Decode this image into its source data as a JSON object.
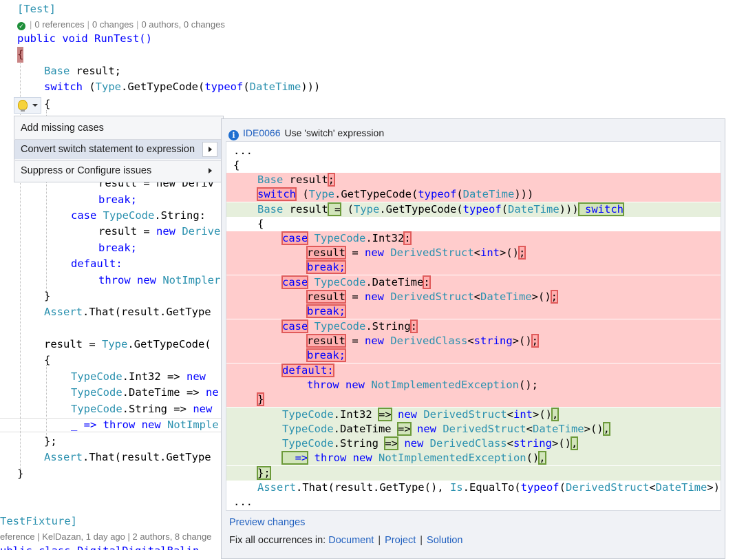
{
  "editor": {
    "attribute": "[Test]",
    "codelens": {
      "refs": "0 references",
      "changes": "0 changes",
      "authors": "0 authors, 0 changes"
    },
    "signature": "public void RunTest()",
    "lines": {
      "l1_kw": "Base",
      "l1_tx": " result;",
      "l2_kw": "switch",
      "l2_a": " (",
      "l2_ty": "Type",
      "l2_b": ".GetTypeCode(",
      "l2_kw2": "typeof",
      "l2_c": "(",
      "l2_ty2": "DateTime",
      "l2_d": ")))",
      "l3": "{",
      "l6_tx": "result = new Deriv",
      "l7": "break;",
      "l8_kw": "case",
      "l8_ty": "TypeCode",
      "l8_tx": ".String:",
      "l9_tx": "result = ",
      "l9_kw": "new",
      "l9_ty": "Derive",
      "l10": "break;",
      "l11": "default:",
      "l12_kw": "throw new",
      "l12_ty": "NotImpler",
      "l13": "}",
      "l14_ty": "Assert",
      "l14_tx": ".That(result.GetType",
      "l15_tx": "result = ",
      "l15_ty": "Type",
      "l15_tx2": ".GetTypeCode(",
      "l16": "{",
      "l17_ty": "TypeCode",
      "l17_tx": ".Int32 => ",
      "l17_kw": "new",
      "l18_ty": "TypeCode",
      "l18_tx": ".DateTime => ",
      "l18_kw": "ne",
      "l19_ty": "TypeCode",
      "l19_tx": ".String => ",
      "l19_kw": "new",
      "l20_tx": "_ => ",
      "l20_kw": "throw new",
      "l20_ty": "NotImple",
      "l21": "};",
      "l22_ty": "Assert",
      "l22_tx": ".That(result.GetType",
      "l23": "}",
      "l24": "TestFixture]",
      "l25_lens": "eference | KelDazan, 1 day ago | 2 authors, 8 change",
      "l26": "ublic class DigitalDigitalBalin",
      "brace_open": "{"
    }
  },
  "menu": {
    "items": [
      "Add missing cases",
      "Convert switch statement to expression",
      "Suppress or Configure issues"
    ]
  },
  "preview": {
    "id": "IDE0066",
    "title": "Use 'switch' expression",
    "ellipsis": "...",
    "open_brace": "{",
    "lines": {
      "r1a": "Base",
      "r1b": " result",
      "r1c": ";",
      "r2a": "switch",
      "r2b": " (",
      "r2c": "Type",
      "r2d": ".GetTypeCode(",
      "r2e": "typeof",
      "r2f": "(",
      "r2g": "DateTime",
      "r2h": ")))",
      "a1a": "Base",
      "a1b": " result",
      "a1c": " =",
      "a1d": " (",
      "a1e": "Type",
      "a1f": ".GetTypeCode(",
      "a1g": "typeof",
      "a1h": "(",
      "a1i": "DateTime",
      "a1j": ")))",
      "a1k": " switch",
      "b1": "{",
      "c1a": "case",
      "c1b": " TypeCode",
      "c1c": ".Int32",
      "c1d": ":",
      "c2a": "result",
      "c2b": " = ",
      "c2c": "new",
      "c2d": " DerivedStruct",
      "c2e": "<",
      "c2f": "int",
      "c2g": ">()",
      "c2h": ";",
      "c3": "break;",
      "d1a": "case",
      "d1b": " TypeCode",
      "d1c": ".DateTime",
      "d1d": ":",
      "d2a": "result",
      "d2b": " = ",
      "d2c": "new",
      "d2d": " DerivedStruct",
      "d2e": "<",
      "d2f": "DateTime",
      "d2g": ">()",
      "d2h": ";",
      "d3": "break;",
      "e1a": "case",
      "e1b": " TypeCode",
      "e1c": ".String",
      "e1d": ":",
      "e2a": "result",
      "e2b": " = ",
      "e2c": "new",
      "e2d": " DerivedClass",
      "e2e": "<",
      "e2f": "string",
      "e2g": ">()",
      "e2h": ";",
      "e3": "break;",
      "f1": "default:",
      "f2a": "throw new",
      "f2b": " NotImplementedException",
      "f2c": "();",
      "g1": "}",
      "h1a": "TypeCode",
      "h1b": ".Int32 ",
      "h1c": "=>",
      "h1d": " new",
      "h1e": " DerivedStruct",
      "h1f": "<",
      "h1g": "int",
      "h1h": ">()",
      "h1i": ",",
      "h2a": "TypeCode",
      "h2b": ".DateTime ",
      "h2c": "=>",
      "h2d": " new",
      "h2e": " DerivedStruct",
      "h2f": "<",
      "h2g": "DateTime",
      "h2h": ">()",
      "h2i": ",",
      "h3a": "TypeCode",
      "h3b": ".String ",
      "h3c": "=>",
      "h3d": " new",
      "h3e": " DerivedClass",
      "h3f": "<",
      "h3g": "string",
      "h3h": ">()",
      "h3i": ",",
      "h4a": "_ =>",
      "h4b": " throw",
      "h4c": " new",
      "h4d": " NotImplementedException",
      "h4e": "()",
      "h4f": ",",
      "h5": "};",
      "i1a": "Assert",
      "i1b": ".That(result.GetType(), ",
      "i1c": "Is",
      "i1d": ".EqualTo(",
      "i1e": "typeof",
      "i1f": "(",
      "i1g": "DerivedStruct",
      "i1h": "<",
      "i1i": "DateTime",
      "i1j": ">)));"
    },
    "preview_changes": "Preview changes",
    "fix_all_label": "Fix all occurrences in:",
    "scopes": [
      "Document",
      "Project",
      "Solution"
    ],
    "bar": "|"
  }
}
